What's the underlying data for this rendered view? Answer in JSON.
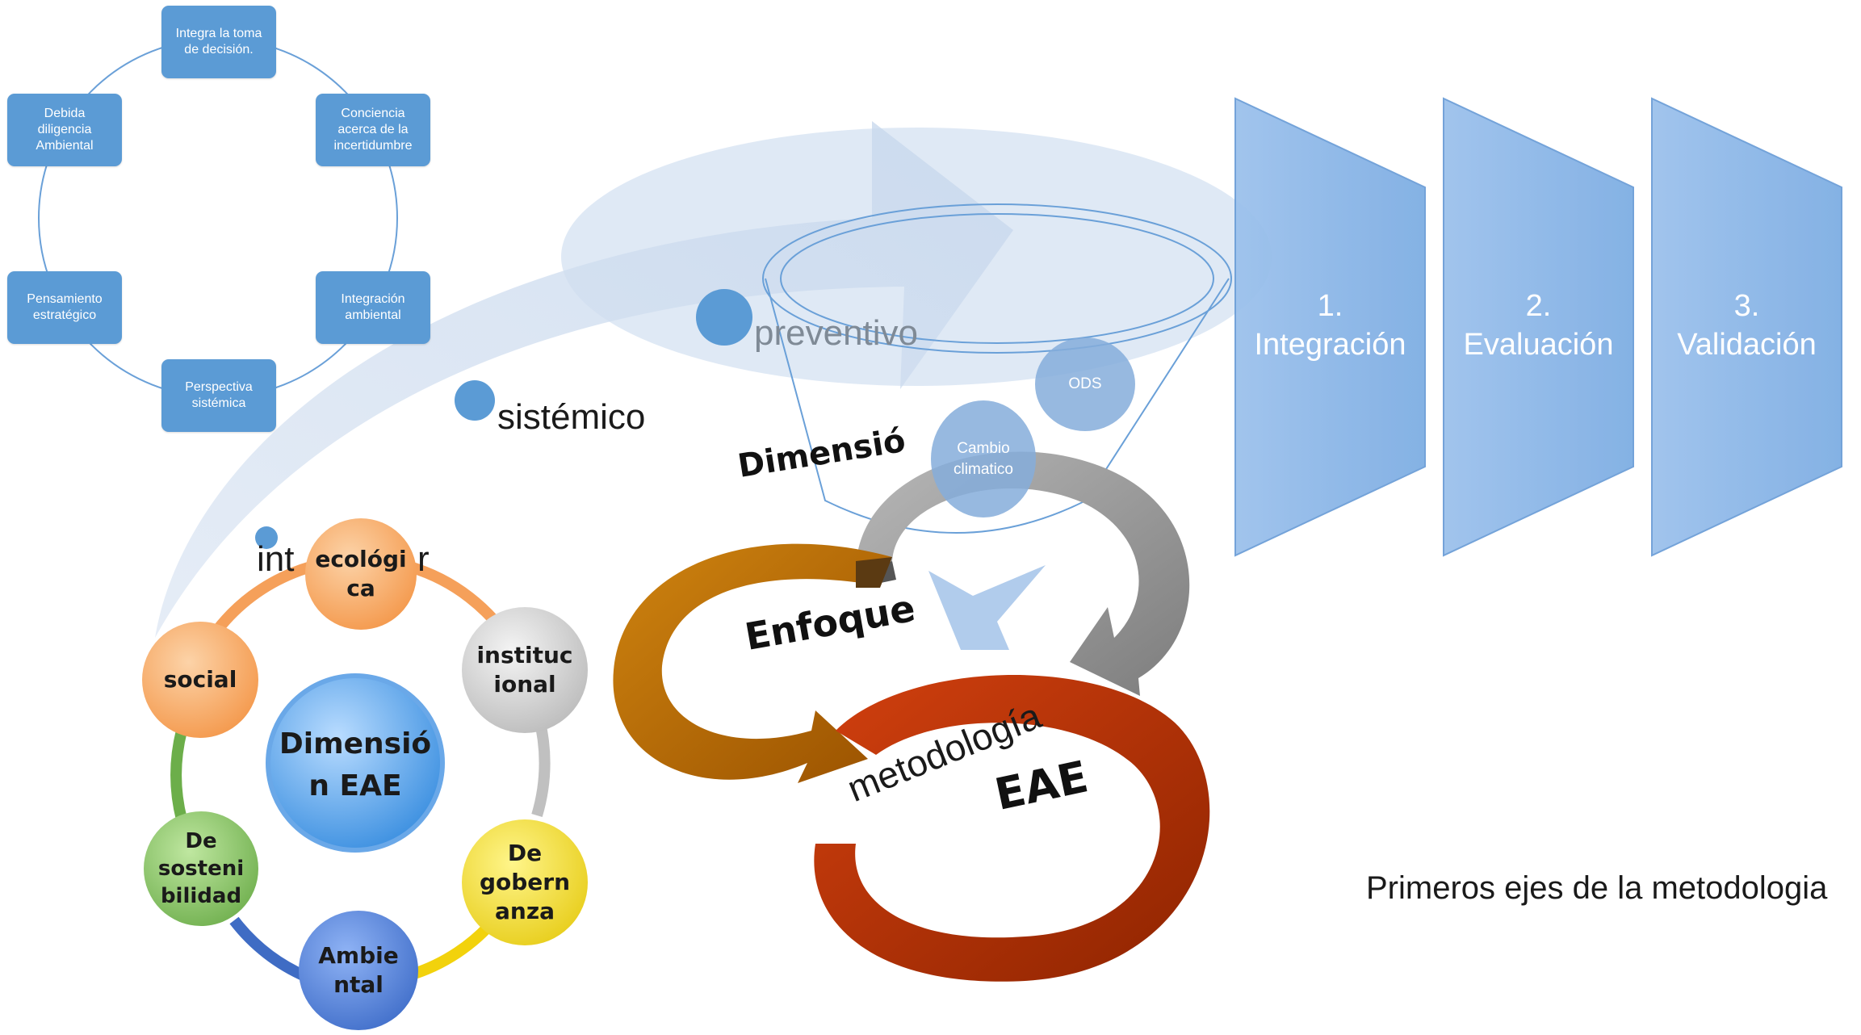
{
  "cycle": {
    "nodes": [
      {
        "label": "Integra la toma\nde decisión."
      },
      {
        "label": "Conciencia\nacerca de la\nincertidumbre"
      },
      {
        "label": "Integración\nambiental"
      },
      {
        "label": "Perspectiva\nsistémica"
      },
      {
        "label": "Pensamiento\nestratégico"
      },
      {
        "label": "Debida\ndiligencia\nAmbiental"
      }
    ]
  },
  "arrow_labels": {
    "preventivo": "preventivo",
    "sistemico": "sistémico",
    "interdisciplinar_left": "int",
    "interdisciplinar_right": "r"
  },
  "funnel": {
    "ods": "ODS",
    "cambio": "Cambio\nclimatico"
  },
  "dimension_ring": {
    "center": "Dimensió\nn EAE",
    "nodes": [
      {
        "label": "ecológi\nca",
        "color": "#f7a15a"
      },
      {
        "label": "instituc\nional",
        "color": "#c8c8c8"
      },
      {
        "label": "De\ngobern\nanza",
        "color": "#f2d20c"
      },
      {
        "label": "Ambie\nntal",
        "color": "#4a73c7"
      },
      {
        "label": "De\nsosteni\nbilidad",
        "color": "#7bb75a"
      },
      {
        "label": "social",
        "color": "#f7a15a"
      }
    ]
  },
  "cycle_arrows": {
    "dimension": "Dimensió",
    "enfoque": "Enfoque",
    "metodologia": "metodología",
    "eae": "EAE"
  },
  "chevrons": [
    {
      "label": "1.\nIntegración"
    },
    {
      "label": "2.\nEvaluación"
    },
    {
      "label": "3.\nValidación"
    }
  ],
  "caption": "Primeros ejes de la metodologia",
  "colors": {
    "accent": "#5b9bd5",
    "chevron": "#8cb6e6",
    "orange_arrow": "#b86b00",
    "gray_arrow": "#9a9a9a",
    "red_arrow": "#b8330c"
  }
}
